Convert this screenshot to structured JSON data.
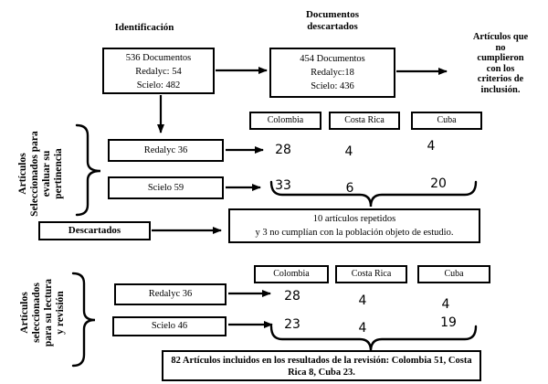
{
  "canvas": {
    "background": "#ffffff",
    "ink": "#000000"
  },
  "top": {
    "identification_heading": "Identificación",
    "discarded_heading": "Documentos descartados",
    "total_box": {
      "lines": [
        "536 Documentos",
        "Redalyc: 54",
        "Scielo: 482"
      ]
    },
    "discarded_box": {
      "lines": [
        "454 Documentos",
        "Redalyc:18",
        "Scielo: 436"
      ]
    },
    "exclusion_note_lines": [
      "Artículos que",
      "no",
      "cumplieron",
      "con los",
      "criterios de",
      "inclusión."
    ]
  },
  "stage1": {
    "side_label_lines": [
      "Artículos",
      "Seleccionados para",
      "evaluar su",
      "pertinencia"
    ],
    "column_headers": [
      "Colombia",
      "Costa Rica",
      "Cuba"
    ],
    "rows": [
      {
        "source": "Redalyc 36",
        "values": [
          "28",
          "4",
          "4"
        ]
      },
      {
        "source": "Scielo 59",
        "values": [
          "33",
          "6",
          "20"
        ]
      }
    ],
    "discarded_box_label": "Descartados",
    "discarded_reason_lines": [
      "10 artículos repetidos",
      "y 3 no cumplían con la población objeto de estudio."
    ]
  },
  "stage2": {
    "side_label_lines": [
      "Artículos",
      "seleccionados",
      "para su lectura",
      "y revisión"
    ],
    "column_headers": [
      "Colombia",
      "Costa Rica",
      "Cuba"
    ],
    "rows": [
      {
        "source": "Redalyc 36",
        "values": [
          "28",
          "4",
          "4"
        ]
      },
      {
        "source": "Scielo 46",
        "values": [
          "23",
          "4",
          "19"
        ]
      }
    ],
    "result_text": "82  Artículos incluidos en los resultados de la revisión: Colombia 51, Costa Rica 8, Cuba 23."
  }
}
